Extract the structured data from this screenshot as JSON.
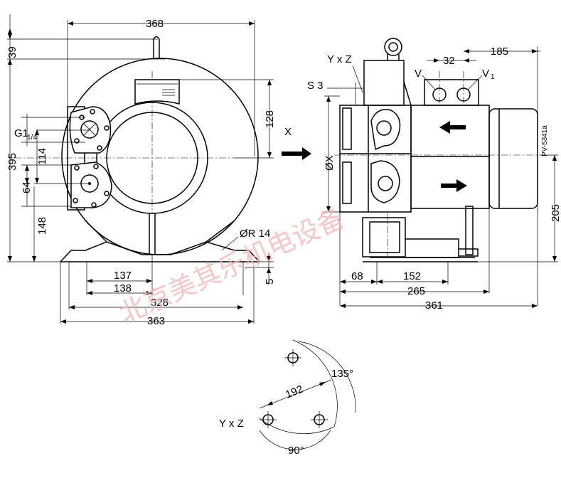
{
  "front_view": {
    "dim_overall_width": "368",
    "dim_top_lug": "39",
    "dim_overall_height": "395",
    "dim_flange_height": "128",
    "dim_port_spacing": "114",
    "dim_lower_port": "64",
    "dim_base_height": "148",
    "dim_foot_inner_left": "137",
    "dim_foot_inner_right": "138",
    "dim_foot_span": "328",
    "dim_base_total": "363",
    "dim_foot_thickness": "5",
    "label_hole": "ØR 14",
    "label_thread": "G1",
    "label_thread_sub": "1/4",
    "label_view_arrow": "X"
  },
  "side_view": {
    "label_yxz": "Y x Z",
    "label_s3": "S 3",
    "label_diameter_x": "ØX",
    "label_v_left": "V",
    "label_v_right": "V",
    "label_v_right_sub": "1",
    "dim_valve_spacing": "32",
    "dim_valve_offset": "185",
    "dim_side_height": "205",
    "dim_foot_offset": "68",
    "dim_foot_base": "152",
    "dim_length_265": "265",
    "dim_length_361": "361",
    "drawing_code": "PV-5341a"
  },
  "detail_view": {
    "angle_top": "135°",
    "angle_bottom": "90°",
    "dim_radius": "192",
    "label_yxz": "Y x Z"
  },
  "watermark": "北京美其乐机电设备"
}
